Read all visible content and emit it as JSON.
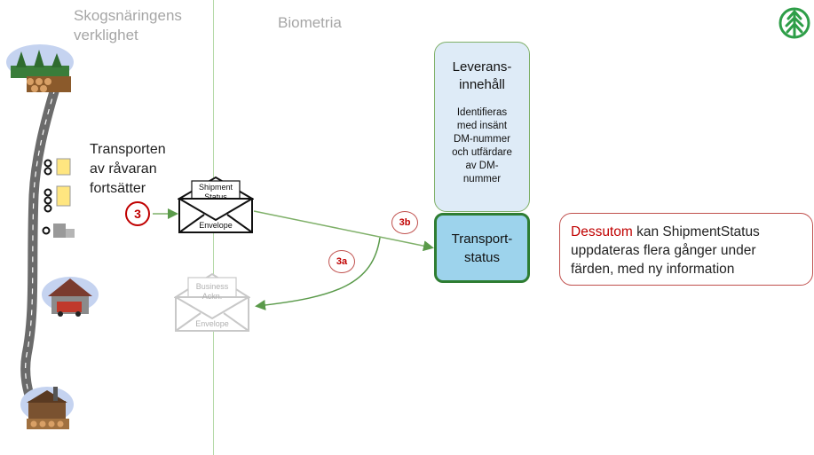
{
  "headers": {
    "left_line1": "Skogsnäringens",
    "left_line2": "verklighet",
    "right": "Biometria"
  },
  "transport_text": [
    "Transporten",
    "av råvaran",
    "fortsätter"
  ],
  "steps": {
    "s3": "3",
    "s3a": "3a",
    "s3b": "3b"
  },
  "shipment_envelope": {
    "line1": "Shipment",
    "line2": "Status",
    "footer": "Envelope"
  },
  "ack_envelope": {
    "line1": "Business",
    "line2": "Ackn.",
    "footer": "Envelope"
  },
  "delivery_box": {
    "title_line1": "Leverans-",
    "title_line2": "innehåll",
    "desc": [
      "Identifieras",
      "med insänt",
      "DM-nummer",
      "och utfärdare",
      "av DM-",
      "nummer"
    ]
  },
  "status_box": {
    "line1": "Transport-",
    "line2": "status"
  },
  "callout": {
    "highlight": "Dessutom",
    "text": " kan ShipmentStatus uppdateras flera gånger under färden, med ny information"
  },
  "colors": {
    "step_red": "#c00000",
    "arrow_green": "#7fb069",
    "box_blue": "#deebf7",
    "status_blue": "#9dd3ec",
    "divider_green": "#b5d9a8",
    "logo_green": "#2e9e48"
  },
  "icons": [
    "tree-logo-icon",
    "forest-log-pile-icon",
    "truck-fleet-icon",
    "garage-truck-icon",
    "sawmill-icon",
    "road-icon"
  ]
}
